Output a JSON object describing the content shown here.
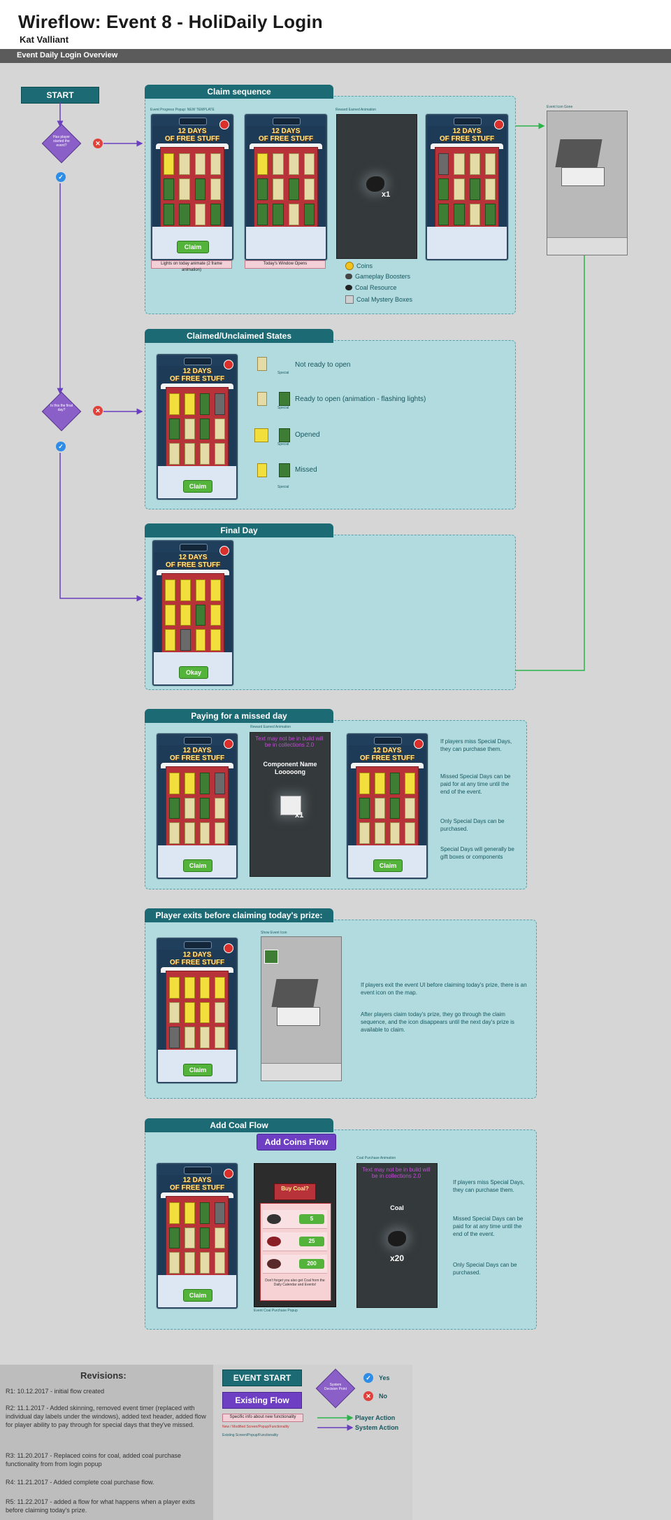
{
  "header": {
    "title": "Wireflow: Event 8 - HoliDaily Login",
    "author": "Kat Valliant",
    "subtitle": "Event Daily Login Overview"
  },
  "flow": {
    "start_label": "START",
    "decision1": "Has player started the event?",
    "decision2": "Is this the final day?"
  },
  "phone": {
    "title_line1": "12 DAYS",
    "title_line2": "OF FREE STUFF",
    "claim": "Claim",
    "okay": "Okay"
  },
  "claim_sequence": {
    "tab": "Claim sequence",
    "cap_template": "Event Progress Popup: NEW TEMPLATE",
    "cap_reward": "Reward Earned Animation",
    "cap_event_icon": "Event Icon Gone",
    "note1": "Lights on today animate (2 frame animation)",
    "note2": "Today's Window Opens",
    "reward_count": "x1",
    "legend": [
      "Coins",
      "Gameplay Boosters",
      "Coal Resource",
      "Coal Mystery Boxes"
    ]
  },
  "states": {
    "tab": "Claimed/Unclaimed States",
    "special": "Special",
    "items": [
      "Not ready to open",
      "Ready to open (animation - flashing lights)",
      "Opened",
      "Missed"
    ]
  },
  "final_day": {
    "tab": "Final Day"
  },
  "missed": {
    "tab": "Paying for a missed day",
    "cap_reward": "Reward Earned Animation",
    "warn": "Text may not be in build will be in collections 2.0",
    "component": "Component Name Looooong",
    "count": "x1",
    "desc1": "If players miss Special Days, they can purchase them.",
    "desc2": "Missed Special Days can be paid for at any time until the end of the event.",
    "desc3": "Only Special Days can be purchased.",
    "desc4": "Special Days will generally be gift boxes or components"
  },
  "exits": {
    "tab": "Player exits before claiming today's prize:",
    "cap_icon": "Show Event Icon",
    "desc1": "If players exit the event UI before claiming today's prize, there is an event icon on the map.",
    "desc2": "After players claim today's prize, they go through the claim sequence, and the icon disappears until the next day's prize is available to claim."
  },
  "coal": {
    "tab": "Add Coal Flow",
    "add_coins": "Add Coins Flow",
    "buy_title": "Buy Coal?",
    "prices": [
      "5",
      "25",
      "200"
    ],
    "forget": "Don't forget you also get Coal from the Daily Calendar and Events!",
    "cap_purchase": "Event Coal Purchase Popup",
    "cap_anim": "Coal Purchase Animation",
    "warn": "Text may not be in build will be in collections 2.0",
    "coal_label": "Coal",
    "coal_count": "x20",
    "desc1": "If players miss Special Days, they can purchase them.",
    "desc2": "Missed Special Days can be paid for at any time until the end of the event.",
    "desc3": "Only Special Days can be purchased."
  },
  "revisions": {
    "title": "Revisions:",
    "items": [
      "R1: 10.12.2017 - initial flow created",
      "R2: 11.1.2017 - Added skinning, removed event timer (replaced with individual day labels under the windows), added text header, added flow for player ability to pay through for special days that they've missed.",
      "R3: 11.20.2017 - Replaced coins for coal, added coal purchase functionality from from login popup",
      "R4: 11.21.2017 - Added complete coal purchase flow.",
      "R5: 11.22.2017 - added a flow for what happens when a player exits before claiming today's prize."
    ]
  },
  "legend": {
    "event_start": "EVENT START",
    "existing_flow": "Existing Flow",
    "specific_info": "Specific info about new functionality",
    "new_modified": "New / Modified Screen/Popup/Functionality",
    "existing_screen": "Existing Screen/Popup/Functionality",
    "decision_point": "System Decision Point",
    "yes": "Yes",
    "no": "No",
    "player_action": "Player Action",
    "system_action": "System Action",
    "colors": {
      "player": "#2bb34a",
      "system": "#6a3fc0"
    }
  }
}
